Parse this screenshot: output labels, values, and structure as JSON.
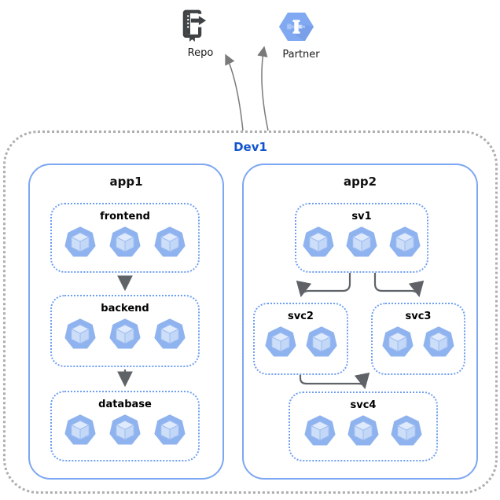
{
  "diagram_type": "architecture",
  "external": [
    {
      "id": "repo",
      "label": "Repo",
      "icon": "source-repository-icon",
      "icon_color": "#3f4245"
    },
    {
      "id": "partner",
      "label": "Partner",
      "icon": "partner-hexagon-icon",
      "icon_color": "#80a9f1"
    }
  ],
  "boundary": {
    "label": "Dev1",
    "label_color": "#1155cc",
    "border_style": "dotted",
    "border_color": "#aeaeae"
  },
  "apps": [
    {
      "label": "app1",
      "groups": [
        {
          "label": "frontend",
          "pods": 3
        },
        {
          "label": "backend",
          "pods": 3
        },
        {
          "label": "database",
          "pods": 3
        }
      ]
    },
    {
      "label": "app2",
      "groups": [
        {
          "label": "sv1",
          "pods": 3
        },
        {
          "label": "svc2",
          "pods": 2
        },
        {
          "label": "svc3",
          "pods": 2
        },
        {
          "label": "svc4",
          "pods": 3
        }
      ]
    }
  ],
  "edges": [
    {
      "from": "Dev1",
      "to": "Repo"
    },
    {
      "from": "Dev1",
      "to": "Partner"
    },
    {
      "from": "frontend",
      "to": "backend"
    },
    {
      "from": "backend",
      "to": "database"
    },
    {
      "from": "sv1",
      "to": "svc2"
    },
    {
      "from": "sv1",
      "to": "svc3"
    },
    {
      "from": "svc2",
      "to": "svc4"
    }
  ],
  "colors": {
    "app_border": "#7da7f2",
    "group_border": "#6f9ff0",
    "pod_fill": "#8fb3ef",
    "pod_cube": "#cfe0f9",
    "arrow": "#5f6368",
    "external_arrow": "#7a7a7a",
    "label": "#000000"
  }
}
